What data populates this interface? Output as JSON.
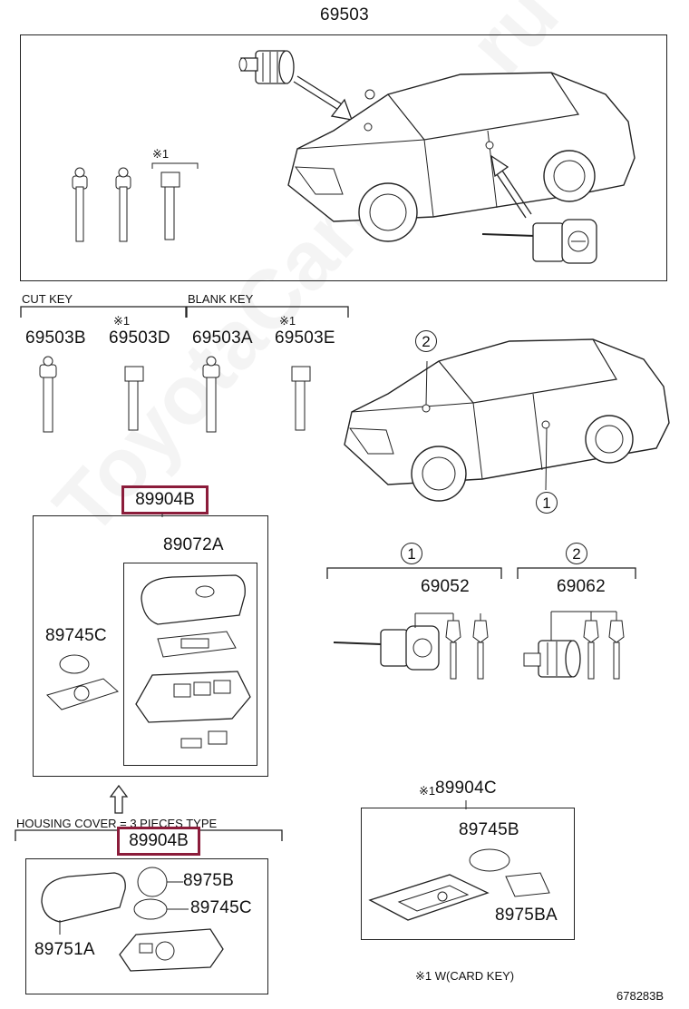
{
  "watermark": "ToyotaCarMine.ru",
  "top_assembly": {
    "part_number": "69503"
  },
  "cut_key": {
    "heading": "CUT KEY",
    "parts": [
      {
        "note": "",
        "number": "69503B"
      },
      {
        "note": "※1",
        "number": "69503D"
      }
    ]
  },
  "blank_key": {
    "heading": "BLANK KEY",
    "parts": [
      {
        "note": "",
        "number": "69503A"
      },
      {
        "note": "※1",
        "number": "69503E"
      }
    ]
  },
  "top_key_note": "※1",
  "callouts": {
    "one": "1",
    "two": "2"
  },
  "transmitter": {
    "part_number": "89904B",
    "housing": {
      "part_number": "89072A"
    },
    "battery": {
      "part_number": "89745C"
    }
  },
  "lock_sets": [
    {
      "callout": "1",
      "part_number": "69052"
    },
    {
      "callout": "2",
      "part_number": "69062"
    }
  ],
  "housing_cover": {
    "heading": "HOUSING COVER = 3 PIECES TYPE",
    "part_number": "89904B",
    "parts": {
      "seal": "8975B",
      "battery": "89745C",
      "cover": "89751A"
    }
  },
  "card_key": {
    "note": "※1",
    "part_number": "89904C",
    "parts": {
      "battery": "89745B",
      "seal": "8975BA"
    },
    "footnote": "※1 W(CARD KEY)"
  },
  "diagram_code": "678283B"
}
